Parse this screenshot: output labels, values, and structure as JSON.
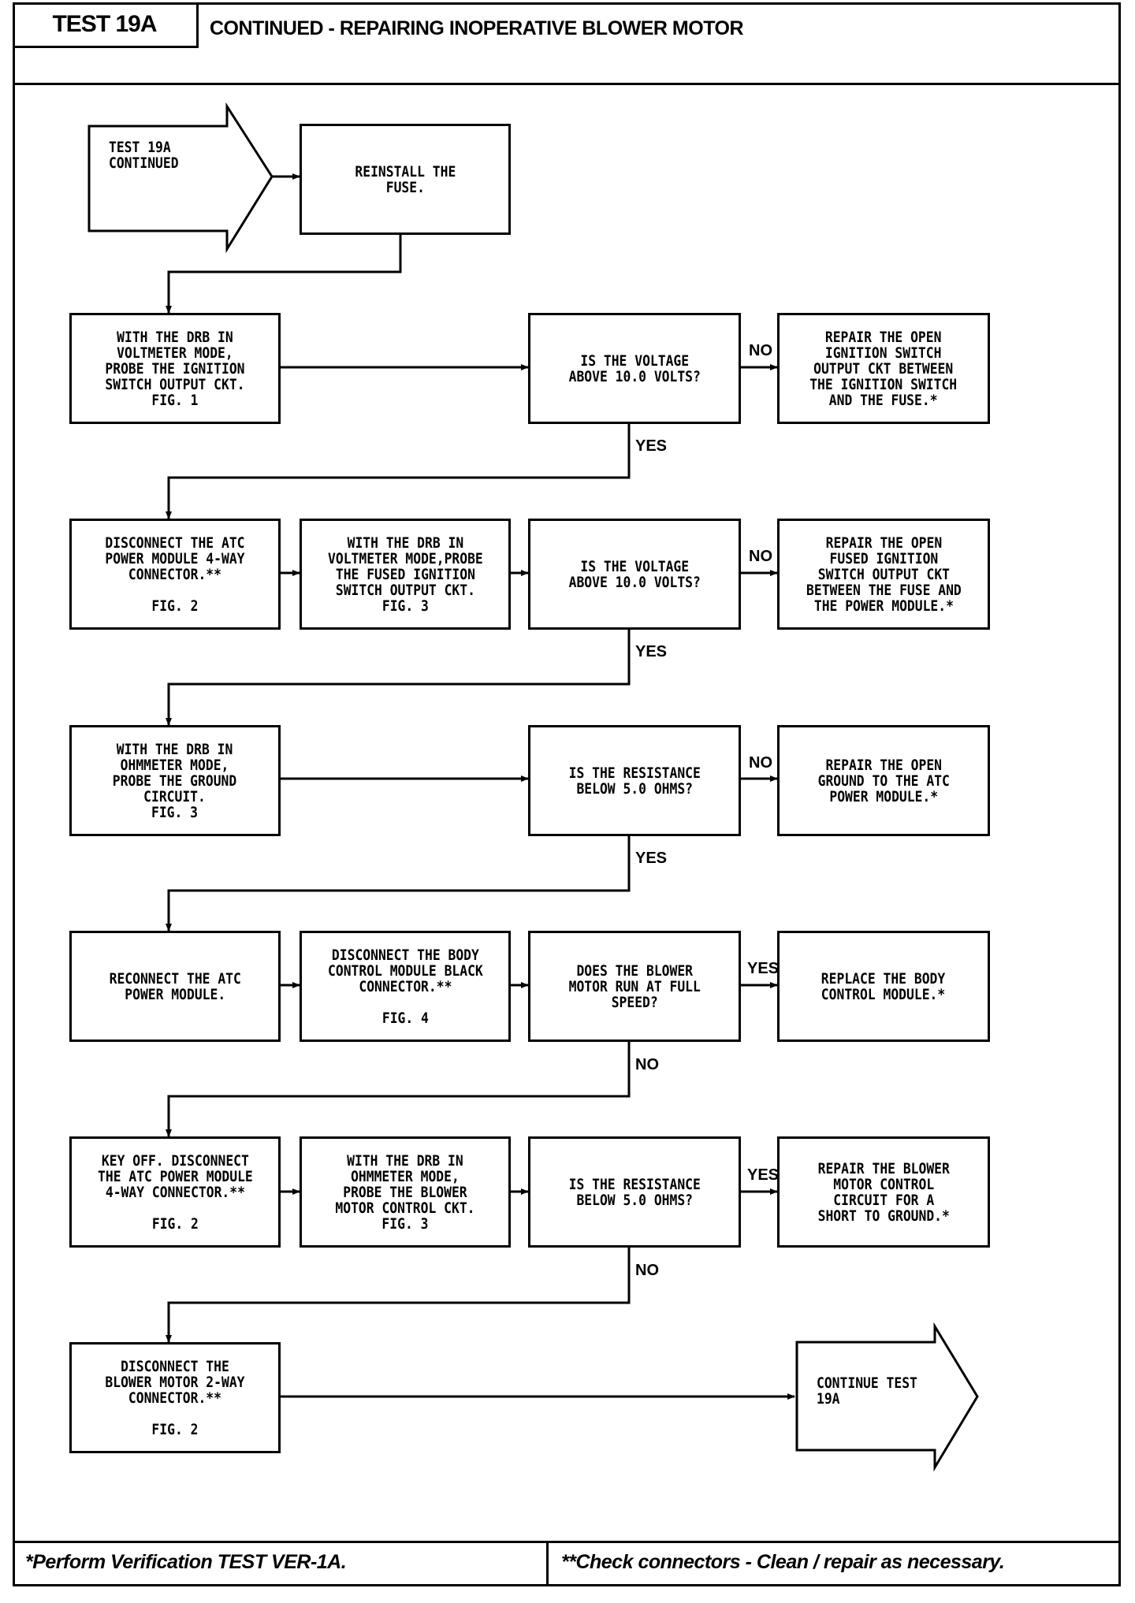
{
  "header": {
    "test_label": "TEST 19A",
    "title": "CONTINUED - REPAIRING INOPERATIVE BLOWER MOTOR"
  },
  "flowchart": {
    "start": "TEST 19A\nCONTINUED",
    "reinstall": "REINSTALL THE\nFUSE.",
    "row1": {
      "action": "WITH THE DRB IN\nVOLTMETER MODE,\nPROBE THE IGNITION\nSWITCH OUTPUT CKT.\nFIG. 1",
      "question": "IS THE VOLTAGE\nABOVE 10.0 VOLTS?",
      "no_label": "NO",
      "repair": "REPAIR THE OPEN\nIGNITION SWITCH\nOUTPUT CKT BETWEEN\nTHE IGNITION SWITCH\nAND THE FUSE.*",
      "yes_label": "YES"
    },
    "row2": {
      "action": "DISCONNECT THE ATC\nPOWER MODULE 4-WAY\nCONNECTOR.**\n\nFIG. 2",
      "action2": "WITH THE DRB IN\nVOLTMETER MODE,PROBE\nTHE FUSED IGNITION\nSWITCH OUTPUT CKT.\nFIG. 3",
      "question": "IS THE VOLTAGE\nABOVE 10.0 VOLTS?",
      "no_label": "NO",
      "repair": "REPAIR THE OPEN\nFUSED IGNITION\nSWITCH OUTPUT CKT\nBETWEEN THE FUSE AND\nTHE POWER MODULE.*",
      "yes_label": "YES"
    },
    "row3": {
      "action": "WITH THE DRB IN\nOHMMETER MODE,\nPROBE THE GROUND\nCIRCUIT.\nFIG. 3",
      "question": "IS THE RESISTANCE\nBELOW 5.0 OHMS?",
      "no_label": "NO",
      "repair": "REPAIR THE OPEN\nGROUND TO THE ATC\nPOWER MODULE.*",
      "yes_label": "YES"
    },
    "row4": {
      "action": "RECONNECT THE ATC\nPOWER MODULE.",
      "action2": "DISCONNECT THE BODY\nCONTROL MODULE BLACK\nCONNECTOR.**\n\nFIG. 4",
      "question": "DOES THE BLOWER\nMOTOR RUN AT FULL\nSPEED?",
      "yes_label": "YES",
      "repair": "REPLACE THE BODY\nCONTROL MODULE.*",
      "no_label": "NO"
    },
    "row5": {
      "action": "KEY OFF. DISCONNECT\nTHE ATC POWER MODULE\n4-WAY CONNECTOR.**\n\nFIG. 2",
      "action2": "WITH THE DRB IN\nOHMMETER MODE,\nPROBE THE BLOWER\nMOTOR CONTROL CKT.\nFIG. 3",
      "question": "IS THE RESISTANCE\nBELOW 5.0 OHMS?",
      "yes_label": "YES",
      "repair": "REPAIR THE BLOWER\nMOTOR CONTROL\nCIRCUIT FOR A\nSHORT TO GROUND.*",
      "no_label": "NO"
    },
    "row6": {
      "action": "DISCONNECT THE\nBLOWER MOTOR 2-WAY\nCONNECTOR.**\n\nFIG. 2",
      "continue": "CONTINUE TEST\n19A"
    }
  },
  "footer": {
    "left": "*Perform Verification TEST VER-1A.",
    "right": "**Check connectors - Clean / repair as necessary."
  }
}
